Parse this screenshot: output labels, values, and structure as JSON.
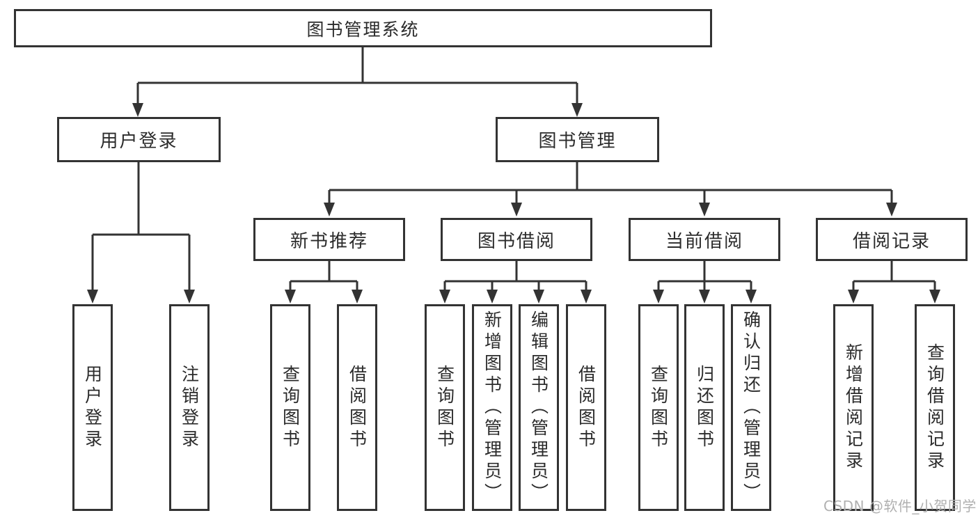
{
  "diagram": {
    "root": {
      "label": "图书管理系统"
    },
    "level2": {
      "user_login": {
        "label": "用户登录"
      },
      "book_management": {
        "label": "图书管理"
      }
    },
    "level3": {
      "new_book_recommend": {
        "label": "新书推荐"
      },
      "book_borrow": {
        "label": "图书借阅"
      },
      "current_borrow": {
        "label": "当前借阅"
      },
      "borrow_records": {
        "label": "借阅记录"
      }
    },
    "leaves": {
      "user_login": [
        "用户登录",
        "注销登录"
      ],
      "new_book_recommend": [
        "查询图书",
        "借阅图书"
      ],
      "book_borrow": [
        "查询图书",
        "新增图书（管理员）",
        "编辑图书（管理员）",
        "借阅图书"
      ],
      "current_borrow": [
        "查询图书",
        "归还图书",
        "确认归还（管理员）"
      ],
      "borrow_records": [
        "新增借阅记录",
        "查询借阅记录"
      ]
    },
    "colors": {
      "line": "#333333",
      "box_border": "#333333",
      "text": "#2b2b2b",
      "watermark": "#b0b0b0",
      "background": "#ffffff"
    }
  },
  "watermark": {
    "text": "CSDN @软件_小贺同学"
  }
}
